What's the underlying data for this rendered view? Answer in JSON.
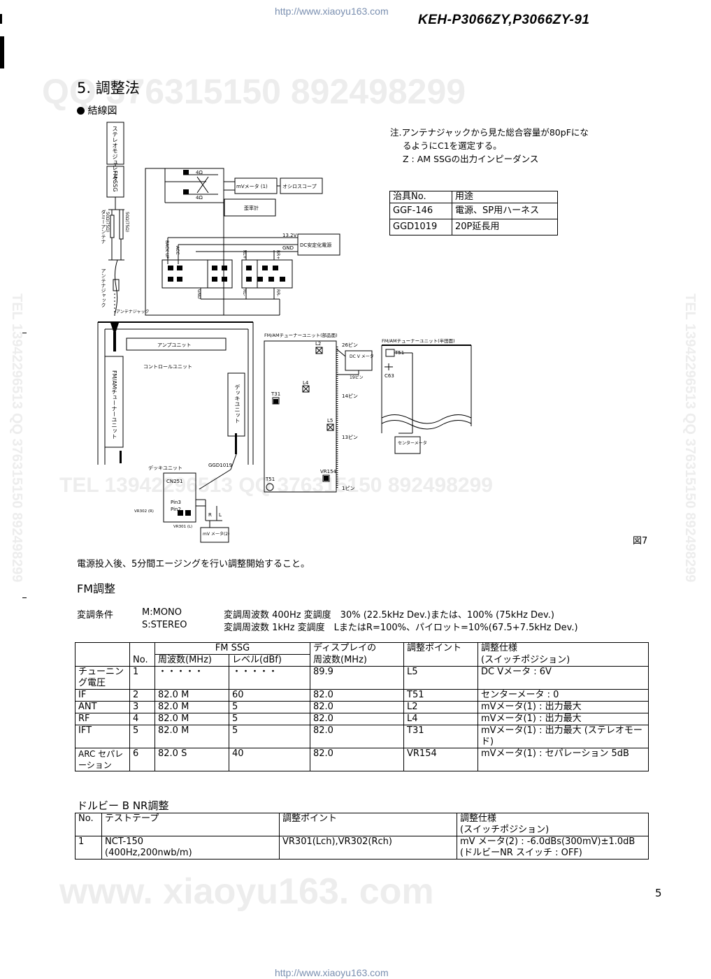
{
  "header": {
    "url_top": "http://www.xiaoyu163.com",
    "model": "KEH-P3066ZY,P3066ZY-91",
    "url_bottom": "http://www.xiaoyu163.com"
  },
  "watermarks": {
    "qq_line": "QQ 376315150   892498299",
    "tel_line": "TEL 13942296513  QQ 376315150  892498299",
    "vertical_left": "TEL 13942296513  QQ 376315150  892498299",
    "vertical_right": "TEL 13942296513  QQ 376315150  892498299",
    "site": "www. xiaoyu163. com"
  },
  "section": {
    "title": "5. 調整法",
    "subtitle": "結線図"
  },
  "diagram": {
    "note_lines": [
      "注.アンテナジャックから見た総合容量が80pFにな",
      "るようにC1を選定する。",
      "Z : AM SSGの出力インピーダンス"
    ],
    "figure_label": "図7",
    "labels": {
      "stereo_mod": "ステレオモジュレータ",
      "fm_ssg": "FM SSG",
      "dummy_antenna": "ダミーアンテナ",
      "antenna_jack": "アンテナジャック",
      "antenna_jack2": "アンテナジャック",
      "r_50_75_1": "50Ω(75Ω)",
      "r_50_75_2": "50Ω(75Ω)",
      "ohm_4a": "4Ω",
      "ohm_4b": "4Ω",
      "mv_meter_1": "mVメータ (1)",
      "oscilloscope": "オシロスコープ",
      "distortion": "歪率計",
      "v132": "13.2V",
      "dc_supply": "DC安定化電源",
      "gnd": "GND",
      "backup": "BACK UP",
      "acc": "ACC",
      "gnd2": "GND",
      "rl_plus": "RL+",
      "rr_plus": "RR+",
      "rl_minus": "RL-",
      "rr_minus": "RR-",
      "amp_unit": "アンプユニット",
      "control_unit": "コントロールユニット",
      "fm_am_tuner": "FM/AMチューナーユニット",
      "deck_unit_v": "デッキユニット",
      "deck_unit": "デッキユニット",
      "ggd1019": "GGD1019",
      "cn251": "CN251",
      "pin3": "Pin3",
      "pin2": "Pin2",
      "vr302": "VR302 (R)",
      "vr301": "VR301 (L)",
      "r_label": "R",
      "l_label": "L",
      "mv_meter_2": "mV メータ(2)",
      "tuner_parts": "FM/AMチューナーユニット(部品面)",
      "tuner_solder": "FM/AMチューナーユニット(半田面)",
      "pin26": "26ピン",
      "pin19": "19ピン",
      "pin14": "14ピン",
      "pin13": "13ピン",
      "pin1": "1ピン",
      "dcv_meter": "DC V メータ",
      "l2": "L2",
      "l4": "L4",
      "l5": "L5",
      "t31": "T31",
      "t51": "T51",
      "t51b": "T51",
      "vr154": "VR154",
      "c63": "C63",
      "center_meter": "センターメータ"
    }
  },
  "jig_table": {
    "headers": [
      "治具No.",
      "用途"
    ],
    "rows": [
      [
        "GGF-146",
        "電源、SP用ハーネス"
      ],
      [
        "GGD1019",
        "20P延長用"
      ]
    ]
  },
  "aging_note": "電源投入後、5分間エージングを行い調整開始すること。",
  "fm": {
    "heading": "FM調整",
    "cond_label": "変調条件",
    "cond_rows": [
      {
        "mode": "M:MONO",
        "desc": "変調周波数 400Hz 変調度　30% (22.5kHz Dev.)または、100% (75kHz Dev.)"
      },
      {
        "mode": "S:STEREO",
        "desc": "変調周波数 1kHz 変調度　LまたはR=100%、パイロット=10%(67.5+7.5kHz Dev.)"
      }
    ],
    "table_headers": {
      "fm_ssg": "FM SSG",
      "display": "ディスプレイの",
      "display2": "周波数(MHz)",
      "point": "調整ポイント",
      "spec": "調整仕様",
      "spec2": "(スイッチポジション)",
      "no": "No.",
      "freq": "周波数(MHz)",
      "level": "レベル(dBf)"
    },
    "rows": [
      {
        "item": "チューニング電圧",
        "no": "1",
        "freq": "・・・・・",
        "level": "・・・・・",
        "disp": "89.9",
        "point": "L5",
        "spec": "DC Vメータ : 6V"
      },
      {
        "item": "IF",
        "no": "2",
        "freq": "82.0  M",
        "level": "60",
        "disp": "82.0",
        "point": "T51",
        "spec": "センターメータ : 0"
      },
      {
        "item": "ANT",
        "no": "3",
        "freq": "82.0  M",
        "level": "5",
        "disp": "82.0",
        "point": "L2",
        "spec": "mVメータ(1) : 出力最大"
      },
      {
        "item": "RF",
        "no": "4",
        "freq": "82.0  M",
        "level": "5",
        "disp": "82.0",
        "point": "L4",
        "spec": "mVメータ(1) : 出力最大"
      },
      {
        "item": "IFT",
        "no": "5",
        "freq": "82.0  M",
        "level": "5",
        "disp": "82.0",
        "point": "T31",
        "spec": "mVメータ(1) : 出力最大 (ステレオモード)"
      },
      {
        "item": "ARC セパレーション",
        "no": "6",
        "freq": "82.0  S",
        "level": "40",
        "disp": "82.0",
        "point": "VR154",
        "spec": "mVメータ(1) : セパレーション 5dB"
      }
    ]
  },
  "dolby": {
    "heading": "ドルビー B NR調整",
    "headers": [
      "No.",
      "テストテープ",
      "調整ポイント",
      "調整仕様",
      "(スイッチポジション)"
    ],
    "rows": [
      {
        "no": "1",
        "tape": "NCT-150",
        "tape2": "(400Hz,200nwb/m)",
        "point": "VR301(Lch),VR302(Rch)",
        "spec": "mV メータ(2) : -6.0dBs(300mV)±1.0dB",
        "spec2": "(ドルビーNR スイッチ : OFF)"
      }
    ]
  },
  "page_number": "5"
}
